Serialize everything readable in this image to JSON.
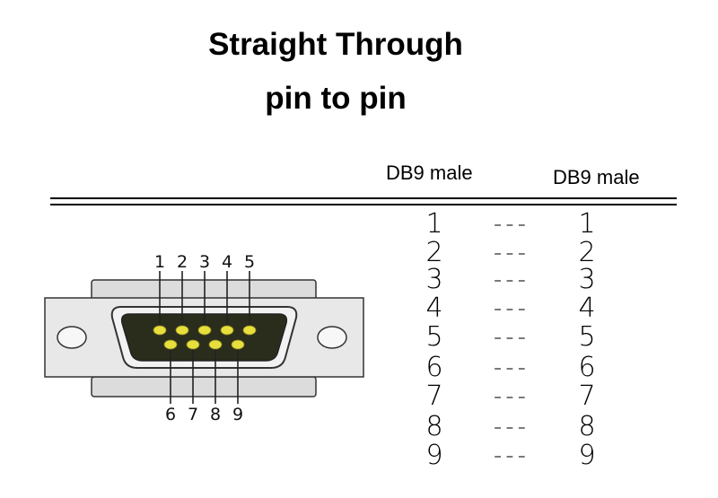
{
  "title": {
    "line1": "Straight Through",
    "line2": "pin to pin"
  },
  "columns": {
    "left": "DB9 male",
    "right": "DB9 male"
  },
  "mapping": [
    {
      "left": "1",
      "separator": "---",
      "right": "1"
    },
    {
      "left": "2",
      "separator": "---",
      "right": "2"
    },
    {
      "left": "3",
      "separator": "---",
      "right": "3"
    },
    {
      "left": "4",
      "separator": "---",
      "right": "4"
    },
    {
      "left": "5",
      "separator": "---",
      "right": "5"
    },
    {
      "left": "6",
      "separator": "---",
      "right": "6"
    },
    {
      "left": "7",
      "separator": "---",
      "right": "7"
    },
    {
      "left": "8",
      "separator": "---",
      "right": "8"
    },
    {
      "left": "9",
      "separator": "---",
      "right": "9"
    }
  ],
  "connector": {
    "top_pins": [
      "1",
      "2",
      "3",
      "4",
      "5"
    ],
    "bottom_pins": [
      "6",
      "7",
      "8",
      "9"
    ],
    "colors": {
      "shell": "#e6e6e6",
      "shell_dark": "#d4d4d4",
      "outline": "#333333",
      "insert": "#2a2d1c",
      "pin": "#e7df3c"
    }
  }
}
